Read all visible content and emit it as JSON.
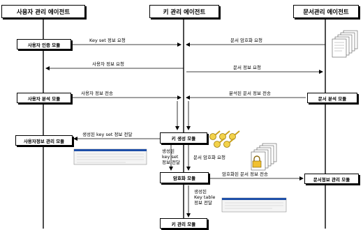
{
  "headers": {
    "user_agent": "사용자 관리 에이전트",
    "key_agent": "키 관리 에이전트",
    "doc_agent": "문서관리 에이전트"
  },
  "modules": {
    "auth": "사용자 인증 모듈",
    "user_analysis": "사용자 분석 모듈",
    "user_info_mgmt": "사용자정보 관리 모듈",
    "key_gen": "키 생성 모듈",
    "encrypt": "암호화 모듈",
    "key_mgmt": "키 관리 모듈",
    "doc_analysis": "문서 분석 모듈",
    "doc_info_mgmt": "문서정보 관리 모듈"
  },
  "messages": {
    "keyset_request": "Key set 정보 요청",
    "doc_encrypt_request": "문서 암호화 요청",
    "user_info_request": "사용자 정보 요청",
    "doc_info_request": "문서 정보 요청",
    "user_info_send": "사용자 정보 전송",
    "analyzed_doc_send": "분석된 문서 정보 전송",
    "generated_keyset_send": "생성된 key set 정보 전달",
    "generated_keyset_v": [
      "생성된",
      "key set",
      "정보 전달"
    ],
    "doc_encrypt_request2": "문서 암호화 요청",
    "encrypted_doc_send": "암호화된 문서 정보 전송",
    "generated_keytable_v": [
      "생성된",
      "Key table",
      "정보 전달"
    ]
  }
}
